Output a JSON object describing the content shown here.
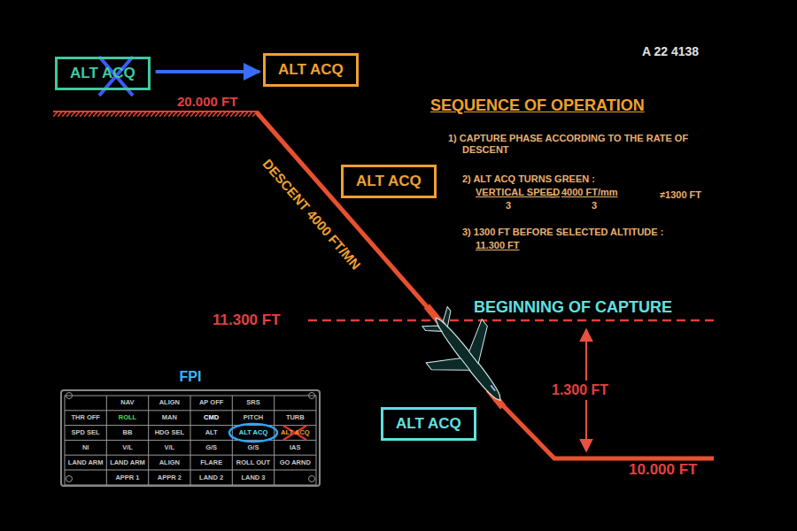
{
  "diagram": {
    "nodes": [
      {
        "text": [
          "ALT ACQ"
        ]
      },
      {
        "text": [
          "ALT ACQ"
        ]
      },
      {
        "text": [
          "ALT ACQ"
        ]
      },
      {
        "text": [
          "ALT ACQ"
        ]
      },
      {
        "text": [
          "FPI"
        ]
      }
    ],
    "edges": [
      {
        "from": 0,
        "to": 1,
        "arrow": "to"
      }
    ],
    "labels": [
      "A 22 4138",
      "20.000 FT",
      "DESCENT 4000 FT/MN",
      "SEQUENCE OF OPERATION",
      "1) CAPTURE PHASE ACCORDING TO THE RATE OF DESCENT",
      "2) ALT ACQ TURNS GREEN :",
      "VERTICAL SPEED",
      "3",
      "=",
      "4000 FT/mm",
      "3",
      "≠1300 FT",
      "3) 1300 FT BEFORE SELECTED ALTITUDE :",
      "11.300 FT",
      "11.300 FT",
      "BEGINNING OF CAPTURE",
      "1.300 FT",
      "10.000 FT",
      "NAV",
      "ALIGN",
      "AP OFF",
      "SRS",
      "THR OFF",
      "ROLL",
      "MAN",
      "CMD",
      "PITCH",
      "TURB",
      "SPD SEL",
      "BB",
      "HDG SEL",
      "ALT",
      "ALT ACQ",
      "ALT ACQ",
      "NI",
      "V/L",
      "V/L",
      "G/S",
      "G/S",
      "IAS",
      "LAND ARM",
      "LAND ARM",
      "ALIGN",
      "FLARE",
      "ROLL OUT",
      "GO ARND",
      "APPR 1",
      "APPR 2",
      "LAND 2",
      "LAND 3"
    ]
  }
}
